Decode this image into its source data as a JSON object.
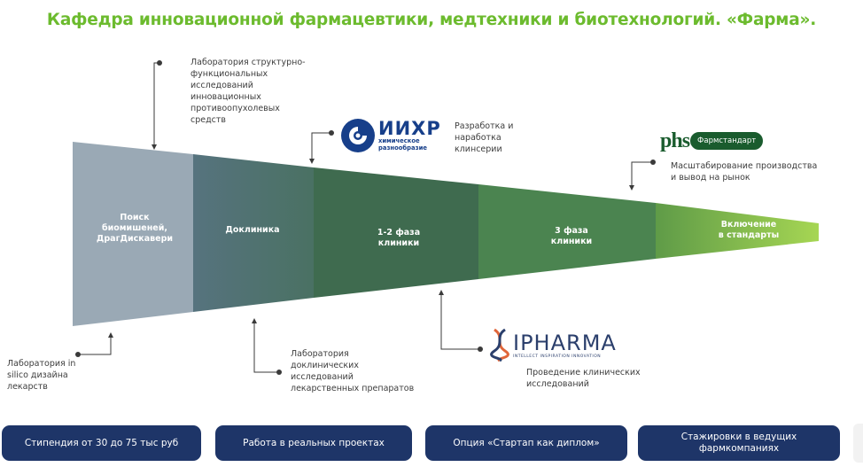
{
  "title": "Кафедра инновационной фармацевтики, медтехники и биотехнологий. «Фарма».",
  "stages": [
    {
      "label": "Поиск\nбиомишеней,\nДрагДискавери",
      "color": "#9aa9b5"
    },
    {
      "label": "Доклиника",
      "color": "#5a7a83"
    },
    {
      "label": "1-2 фаза\nклиники",
      "color": "#3f6b4f"
    },
    {
      "label": "3 фаза\nклиники",
      "color": "#4f8b4a"
    },
    {
      "label": "Включение\nв стандарты",
      "color": "#8cc63f"
    }
  ],
  "notes": {
    "lab_structural": "Лаборатория структурно-\nфункциональных\nисследований\nинновационных\nпротивоопухолевых\nсредств",
    "iihr_desc": "Разработка и\nнаработка\nклинсерии",
    "pharm_desc": "Масштабирование производства\nи вывод на рынок",
    "in_silico": "Лаборатория in\nsilico дизайна\nлекарств",
    "preclinical_lab": "Лаборатория\nдоклинических\nисследований\nлекарственных препаратов",
    "ipharma_desc": "Проведение клинических\nисследований"
  },
  "logos": {
    "iihr": {
      "big": "ИИХР",
      "small1": "химическое",
      "small2": "разнообразие",
      "icon": "swirl-icon"
    },
    "pharmstandard": {
      "mark": "phs",
      "name": "Фармстандарт"
    },
    "ipharma": {
      "big": "IPHARMA",
      "small": "INTELLECT INSPIRATION INNOVATION",
      "icon": "dna-helix-icon"
    }
  },
  "buttons": [
    "Стипендия от 30 до  75 тыс руб",
    "Работа в  реальных проектах",
    "Опция «Стартап как диплом»",
    "Стажировки в ведущих\nфармкомпаниях"
  ],
  "colors": {
    "title": "#6cbb2e",
    "pill": "#1e3568",
    "arrow": "#3a3a3a"
  }
}
